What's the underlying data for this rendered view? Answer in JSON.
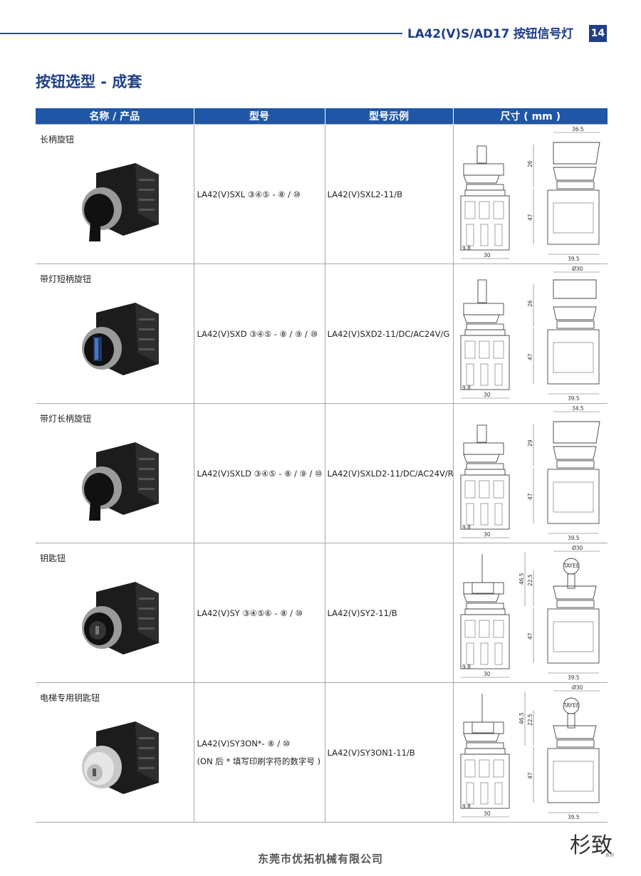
{
  "header": {
    "title": "LA42(V)S/AD17 按钮信号灯",
    "page_number": "14"
  },
  "section_title": "按钮选型 - 成套",
  "table": {
    "columns": [
      "名称 / 产品",
      "型号",
      "型号示例",
      "尺寸 ( mm )"
    ],
    "rows": [
      {
        "name": "长柄旋钮",
        "model": "LA42(V)SXL ③④⑤ - ⑧ / ⑩",
        "note": "",
        "example": "LA42(V)SXL2-11/B",
        "dims": {
          "top_width": "36.5",
          "head_height": "26",
          "body_height": "47",
          "base_offset": "9.8",
          "front_width": "30",
          "side_width": "39.5"
        }
      },
      {
        "name": "带灯短柄旋钮",
        "model": "LA42(V)SXD ③④⑤ - ⑧ / ⑨ / ⑩",
        "note": "",
        "example": "LA42(V)SXD2-11/DC/AC24V/G",
        "dims": {
          "top_width": "Ø30",
          "head_height": "26",
          "body_height": "47",
          "base_offset": "9.8",
          "front_width": "30",
          "side_width": "39.5"
        }
      },
      {
        "name": "带灯长柄旋钮",
        "model": "LA42(V)SXLD ③④⑤ - ⑧ / ⑨ / ⑩",
        "note": "",
        "example": "LA42(V)SXLD2-11/DC/AC24V/R",
        "dims": {
          "top_width": "34.5",
          "head_height": "29",
          "body_height": "47",
          "base_offset": "9.8",
          "front_width": "30",
          "side_width": "39.5"
        }
      },
      {
        "name": "钥匙钮",
        "model": "LA42(V)SY ③④⑤⑥ - ⑧ / ⑩",
        "note": "",
        "example": "LA42(V)SY2-11/B",
        "dims": {
          "top_width": "Ø30",
          "key_total": "46.5",
          "head_height": "22.5",
          "body_height": "47",
          "base_offset": "9.8",
          "front_width": "30",
          "side_width": "39.5",
          "key_brand": "TAYEE"
        }
      },
      {
        "name": "电梯专用钥匙钮",
        "model": "LA42(V)SY3ON*- ⑧ / ⑩",
        "note": "(ON 后 * 填写印刷字符的数字号 )",
        "example": "LA42(V)SY3ON1-11/B",
        "dims": {
          "top_width": "Ø30",
          "key_total": "46.5",
          "head_height": "22.5",
          "body_height": "47",
          "base_offset": "9.8",
          "front_width": "30",
          "side_width": "39.5",
          "key_brand": "TAYEE"
        }
      }
    ]
  },
  "footer": {
    "company": "东莞市优拓机械有限公司",
    "logo": "杉致",
    "logo_sub": "系列"
  }
}
